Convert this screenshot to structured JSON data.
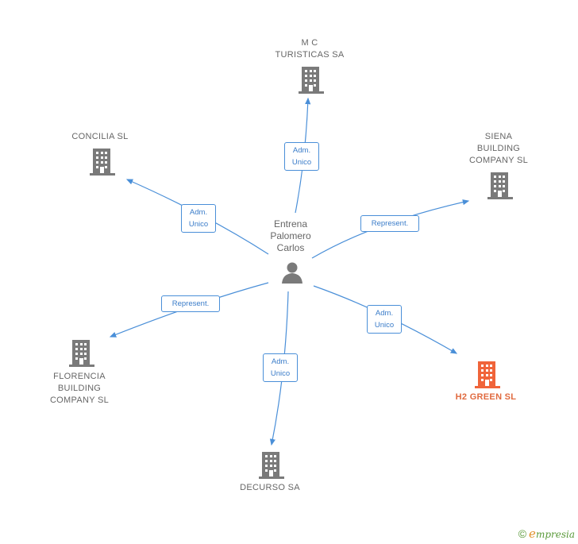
{
  "center": {
    "name": "Entrena\nPalomero\nCarlos",
    "icon": "person-icon"
  },
  "nodes": [
    {
      "id": "mc",
      "label": "M C\nTURISTICAS SA",
      "highlight": false
    },
    {
      "id": "concilia",
      "label": "CONCILIA  SL",
      "highlight": false
    },
    {
      "id": "siena",
      "label": "SIENA\nBUILDING\nCOMPANY  SL",
      "highlight": false
    },
    {
      "id": "florencia",
      "label": "FLORENCIA\nBUILDING\nCOMPANY  SL",
      "highlight": false
    },
    {
      "id": "h2green",
      "label": "H2 GREEN  SL",
      "highlight": true
    },
    {
      "id": "decurso",
      "label": "DECURSO SA",
      "highlight": false
    }
  ],
  "edges": [
    {
      "to": "mc",
      "label": "Adm.\nUnico"
    },
    {
      "to": "concilia",
      "label": "Adm.\nUnico"
    },
    {
      "to": "siena",
      "label": "Represent."
    },
    {
      "to": "florencia",
      "label": "Represent."
    },
    {
      "to": "h2green",
      "label": "Adm.\nUnico"
    },
    {
      "to": "decurso",
      "label": "Adm.\nUnico"
    }
  ],
  "colors": {
    "edge": "#4a8fd8",
    "building": "#7a7a7a",
    "building_highlight": "#f0643a",
    "person": "#7a7a7a"
  },
  "footer": {
    "copyright": "©",
    "brand_initial": "e",
    "brand_rest": "mpresia"
  }
}
